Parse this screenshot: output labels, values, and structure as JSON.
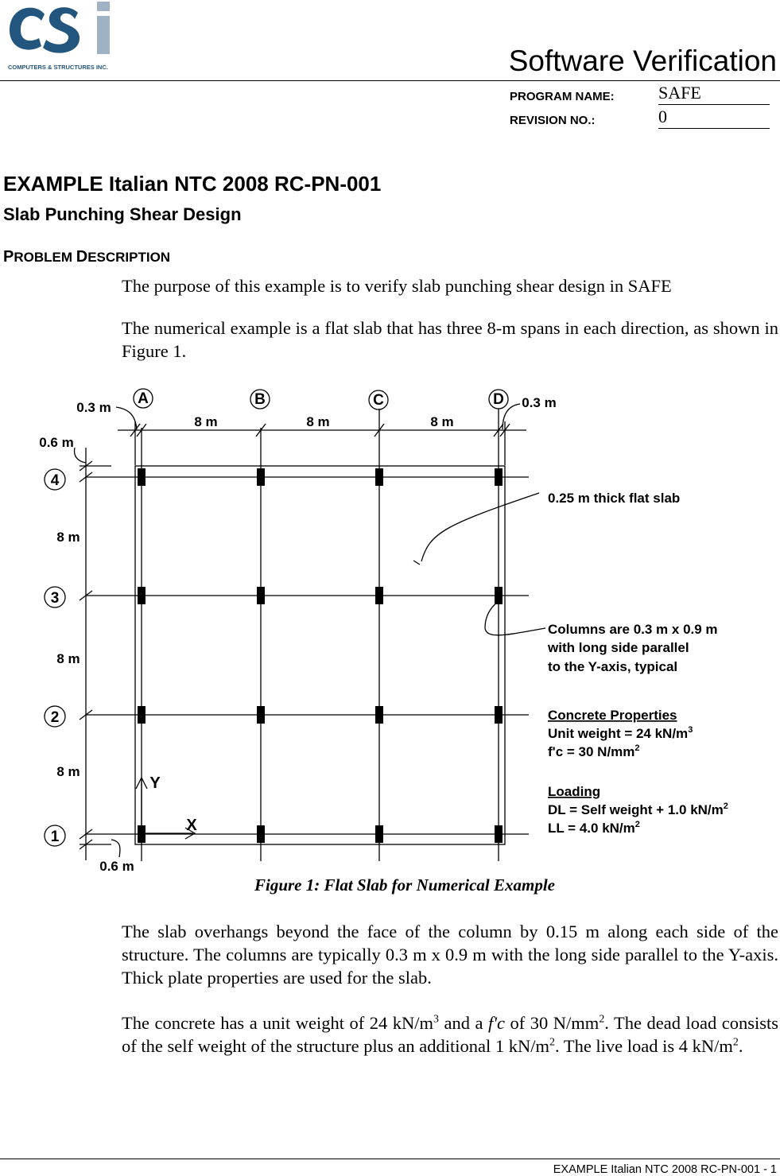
{
  "header": {
    "logo_text": "COMPUTERS & STRUCTURES INC.",
    "title": "Software Verification",
    "program_label": "PROGRAM NAME:",
    "program_value": "SAFE",
    "revision_label": "REVISION NO.:",
    "revision_value": "0"
  },
  "doc": {
    "title": "EXAMPLE Italian NTC 2008 RC-PN-001",
    "subtitle": "Slab Punching Shear Design",
    "section_first_1": "P",
    "section_rest_1": "ROBLEM ",
    "section_first_2": "D",
    "section_rest_2": "ESCRIPTION",
    "para1": "The purpose of this example is to verify slab punching shear design in SAFE",
    "para2": "The numerical example is a flat slab that has three 8-m spans in each direction, as shown in Figure 1.",
    "caption": "Figure 1:  Flat Slab for Numerical Example",
    "para3": "The slab overhangs beyond the face of the column by 0.15 m along each side of the structure.  The columns are typically 0.3 m x 0.9 m with the long side parallel to the Y-axis. Thick plate properties are used for the slab.",
    "para4_a": "The concrete has a unit weight of 24 kN/m",
    "para4_sup1": "3",
    "para4_b": " and a ",
    "para4_fc": "f'c",
    "para4_c": " of 30 N/mm",
    "para4_sup2": "2",
    "para4_d": ". The dead load consists of the self weight of the structure plus an additional 1 kN/m",
    "para4_sup3": "2",
    "para4_e": ".  The live load is 4 kN/m",
    "para4_sup4": "2",
    "para4_f": "."
  },
  "figure": {
    "grid_x_labels": [
      "A",
      "B",
      "C",
      "D"
    ],
    "grid_y_labels": [
      "1",
      "2",
      "3",
      "4"
    ],
    "span_label": "8 m",
    "offset_03": "0.3 m",
    "offset_06": "0.6 m",
    "slab_note": "0.25 m thick flat slab",
    "columns_note_1": "Columns are 0.3 m x 0.9 m",
    "columns_note_2": "with long side parallel",
    "columns_note_3": "to the Y-axis, typical",
    "concrete_heading": "Concrete Properties",
    "unit_weight": "Unit  weight = 24 kN/m",
    "unit_weight_sup": "3",
    "fc": "f'c = 30 N/mm",
    "fc_sup": "2",
    "loading_heading": "Loading",
    "dl": "DL = Self weight + 1.0 kN/m",
    "dl_sup": "2",
    "ll": "LL = 4.0 kN/m",
    "ll_sup": "2",
    "axis_x": "X",
    "axis_y": "Y"
  },
  "footer": {
    "text": "EXAMPLE Italian NTC 2008 RC-PN-001 - 1"
  },
  "colors": {
    "logo_blue": "#23567e",
    "logo_grey": "#9fb2c4"
  }
}
